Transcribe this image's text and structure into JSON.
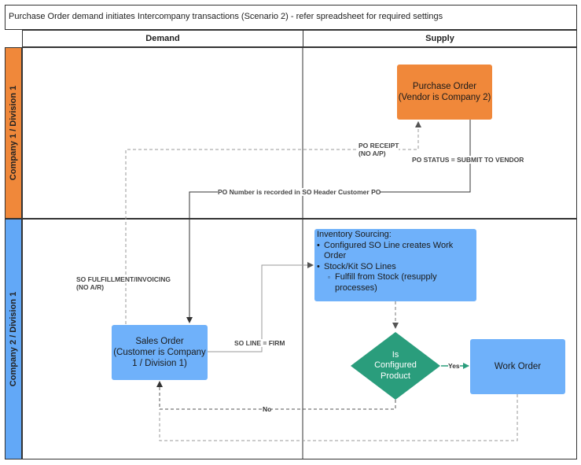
{
  "title": "Purchase Order demand initiates Intercompany transactions (Scenario 2) - refer spreadsheet for required settings",
  "columns": {
    "demand": "Demand",
    "supply": "Supply"
  },
  "lanes": {
    "company1": "Company 1 / Division 1",
    "company2": "Company 2 / Division 1"
  },
  "nodes": {
    "purchase_order": {
      "line1": "Purchase Order",
      "line2": "(Vendor is Company 2)"
    },
    "sales_order": {
      "line1": "Sales Order",
      "line2": "(Customer is Company",
      "line3": "1 / Division 1)"
    },
    "inventory_sourcing": {
      "heading": "Inventory Sourcing:",
      "bullet1": "Configured SO Line creates Work",
      "bullet1b": "Order",
      "bullet2": "Stock/Kit SO Lines",
      "sub1": "Fulfill from Stock (resupply",
      "sub1b": "processes)"
    },
    "decision": {
      "line1": "Is",
      "line2": "Configured",
      "line3": "Product"
    },
    "work_order": "Work Order"
  },
  "edge_labels": {
    "po_receipt_1": "PO RECEIPT",
    "po_receipt_2": "(NO A/P)",
    "po_status": "PO STATUS = SUBMIT TO VENDOR",
    "po_number": "PO Number is recorded in SO Header Customer PO",
    "so_fulfillment_1": "SO FULFILLMENT/INVOICING",
    "so_fulfillment_2": "(NO A/R)",
    "so_line": "SO LINE = FIRM",
    "yes": "Yes",
    "no": "No"
  },
  "colors": {
    "lane1_accent": "#f0883a",
    "lane2_accent": "#62a8f7",
    "purchase_order_fill": "#f0883a",
    "blue_node_fill": "#6fb1fa",
    "decision_fill": "#2a9d7c"
  }
}
